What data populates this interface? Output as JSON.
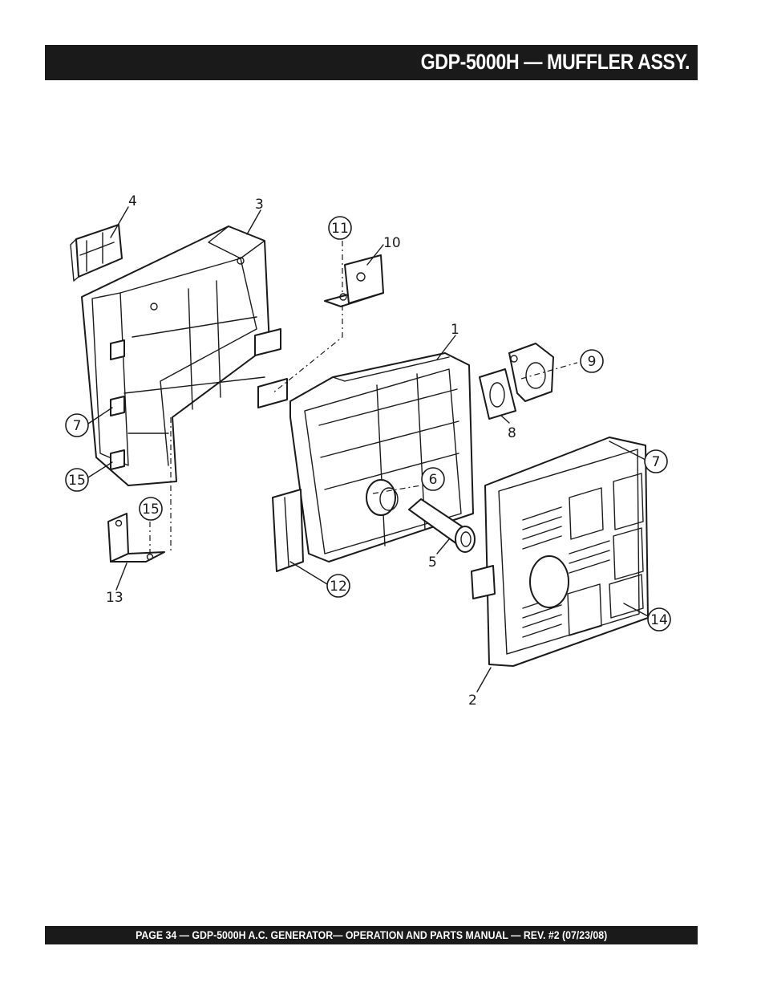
{
  "header": {
    "title": "GDP-5000H — MUFFLER ASSY."
  },
  "footer": {
    "text": "PAGE 34 — GDP-5000H A.C. GENERATOR— OPERATION AND PARTS MANUAL — REV. #2 (07/23/08)"
  },
  "callouts": {
    "c1": "1",
    "c2": "2",
    "c3": "3",
    "c4": "4",
    "c5": "5",
    "c6": "6",
    "c7a": "7",
    "c7b": "7",
    "c8": "8",
    "c9": "9",
    "c10": "10",
    "c11": "11",
    "c12": "12",
    "c13": "13",
    "c14": "14",
    "c15a": "15",
    "c15b": "15"
  }
}
